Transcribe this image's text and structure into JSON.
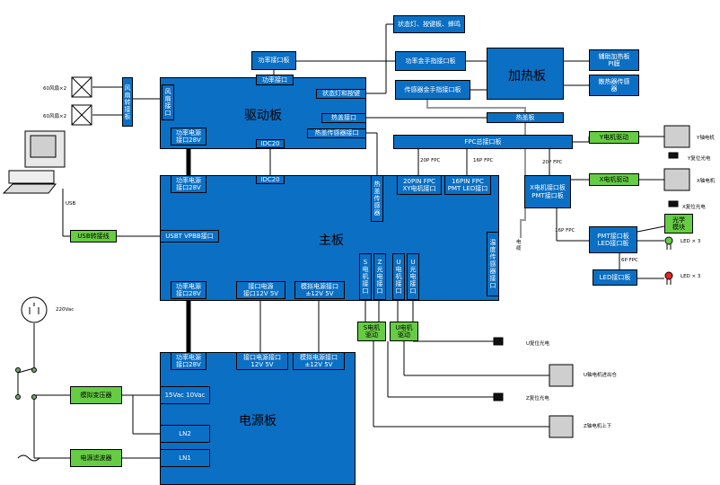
{
  "boards": {
    "drive": "驱动板",
    "main": "主板",
    "power": "电源板",
    "heater": "加热板"
  },
  "drive_ports": {
    "power_iface": "功率接口",
    "fan_iface": "风\n扇\n接\n口",
    "power_supply_28v": "功率电源\n接口28V",
    "idc20": "IDC20",
    "status_light_btn": "状态灯和按键",
    "heat_cover_iface": "热盖接口",
    "heat_cover_sensor": "热盖传感器接口"
  },
  "main_ports": {
    "power_supply_28v_top": "功率电源\n接口28V",
    "idc20": "IDC20",
    "heat_cover_sensor": "热\n盖\n传\n感\n器",
    "fpc20_xy": "20PIN FPC\nXY电机接口",
    "fpc16_pmt": "16PIN FPC\nPMT LED接口",
    "usb_vpbb": "USBT VPBB接口",
    "temp_sensor": "温\n度\n传\n感\n器\n接\n口",
    "s_motor": "S\n电\n机\n接\n口",
    "z_optic": "Z\n光\n电\n接\n口",
    "u_motor": "U\n电\n机\n接\n口",
    "u_optic": "U\n光\n电\n接\n口",
    "power_supply_28v_bottom": "功率电源\n接口28V",
    "iface_12v_5v": "接口电源\n接口12V 5V",
    "analog_12v_5v": "模拟电源接口\n±12V 5V"
  },
  "power_ports": {
    "power_supply_28v": "功率电源\n接口28V",
    "iface_12v_5v": "接口电源接口\n12V 5V",
    "analog_12v_5v": "模拟电源接口\n±12V 5V",
    "vac": "15Vac 10Vac",
    "ln2": "LN2",
    "ln1": "LN1"
  },
  "top_right": {
    "power_iface_board": "功率接口板",
    "status_light_board": "状态灯、按键板、蜂鸣",
    "power_finger_board": "功率金手指接口板",
    "sensor_finger_board": "传感器金手指接口板",
    "heat_cover_board": "热盖板",
    "aux_heat_pi": "辅助加热板\nPI膜",
    "heat_sensor": "散热器传感\n器",
    "fpc_board": "FPC总接口板",
    "fpc_20p": "20P FPC",
    "fpc_16p": "16P FPC",
    "fpc_20p_2": "20P FPC"
  },
  "right_side": {
    "y_motor_drive": "Y电机驱动",
    "y_motor": "Y轴电机",
    "y_reset_optic": "Y复位光电",
    "x_motor_drive": "X电机驱动",
    "x_motor": "X轴电机",
    "x_reset_optic": "X复位光电",
    "xboard": "X电机接口板\nPMT接口板",
    "fpc_16p": "16P FPC",
    "pmt_led_board": "PMT接口板\nLED接口板",
    "optic_module": "光学\n模块",
    "led_green": "LED × 3",
    "fpc_6p": "6P FPC",
    "led_board": "LED接口板",
    "led_red": "LED × 3",
    "cable": "电\n缆"
  },
  "left_side": {
    "fan1": "60风扇×2",
    "fan2": "60风扇×2",
    "fan_board": "风\n扇\n转\n接\n板",
    "usb": "USB",
    "usb_cable": "USB转接线",
    "vac220": "220Vac",
    "analog_transformer": "模拟变压器",
    "power_filter": "电源滤波器"
  },
  "bottom_right": {
    "s_motor_drive": "S电机\n驱动",
    "u_motor_drive": "U电机\n驱动",
    "u_reset_optic": "U复位光电",
    "u_motor_mix": "U轴电机进出仓",
    "z_reset_optic": "Z复位光电",
    "z_motor_updown": "Z轴电机上下"
  }
}
